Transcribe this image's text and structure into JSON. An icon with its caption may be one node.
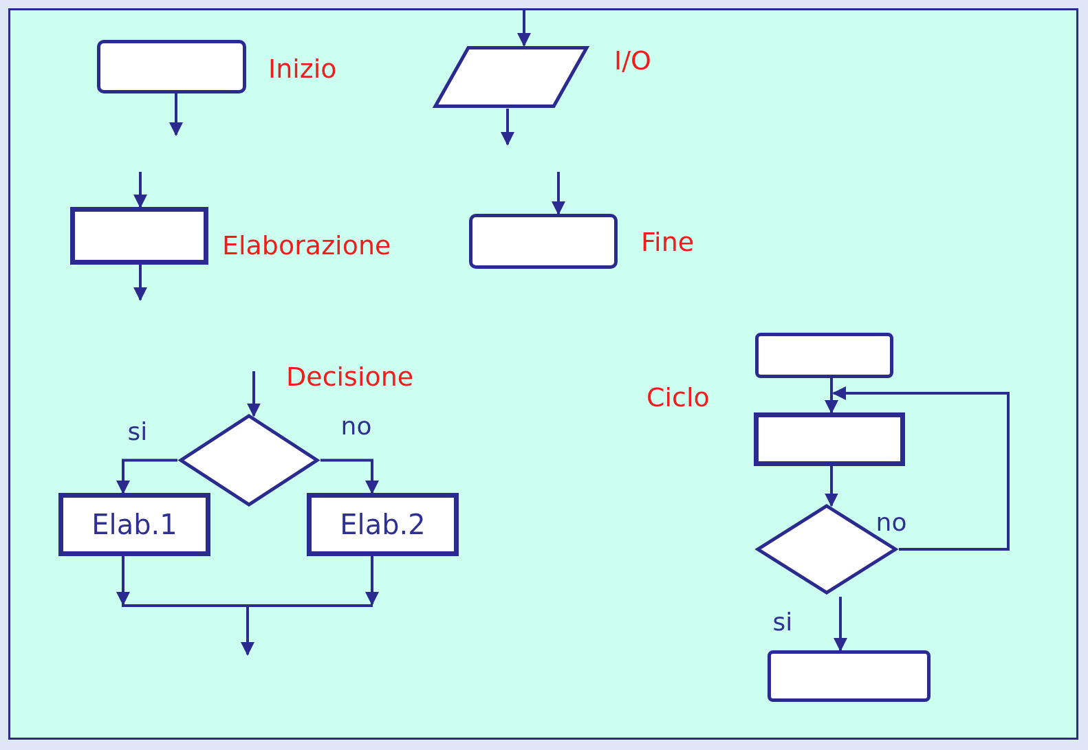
{
  "diagram": {
    "nodes": [
      {
        "text": [],
        "shape": "box",
        "beside": [
          "Inizio"
        ]
      },
      {
        "text": [],
        "shape": "parallelogram",
        "beside": [
          "I/O"
        ]
      },
      {
        "text": [],
        "shape": "box",
        "beside": [
          "Elaborazione"
        ]
      },
      {
        "text": [],
        "shape": "box",
        "beside": [
          "Fine"
        ]
      },
      {
        "text": [],
        "shape": "diamond",
        "beside": [
          "Decisione"
        ]
      },
      {
        "text": [
          "Elab.1"
        ]
      },
      {
        "text": [
          "Elab.2"
        ]
      },
      {
        "text": [],
        "shape": "bar"
      },
      {
        "text": [],
        "shape": "box"
      },
      {
        "text": [],
        "shape": "box"
      },
      {
        "text": [],
        "shape": "diamond"
      },
      {
        "text": [],
        "shape": "box"
      }
    ],
    "edges": [
      {
        "from": 0,
        "to": null,
        "arrow": "to"
      },
      {
        "from": null,
        "to": 1,
        "arrow": "to"
      },
      {
        "from": 1,
        "to": null,
        "arrow": "to"
      },
      {
        "from": null,
        "to": 2,
        "arrow": "to"
      },
      {
        "from": 2,
        "to": null,
        "arrow": "to"
      },
      {
        "from": null,
        "to": 3,
        "arrow": "to"
      },
      {
        "from": null,
        "to": 4,
        "arrow": "to"
      },
      {
        "from": 4,
        "to": 5,
        "arrow": "to",
        "label": "si"
      },
      {
        "from": 4,
        "to": 6,
        "arrow": "to",
        "label": "no"
      },
      {
        "from": 5,
        "to": 7,
        "arrow": "to"
      },
      {
        "from": 6,
        "to": 7,
        "arrow": "to"
      },
      {
        "from": 7,
        "to": null,
        "arrow": "to"
      },
      {
        "from": 8,
        "to": 9,
        "arrow": "to"
      },
      {
        "from": 9,
        "to": 10,
        "arrow": "to"
      },
      {
        "from": 10,
        "to": 9,
        "arrow": "to",
        "label": "no"
      },
      {
        "from": 10,
        "to": 11,
        "arrow": "to",
        "label": "si"
      }
    ],
    "labels": [
      "Ciclo"
    ]
  }
}
